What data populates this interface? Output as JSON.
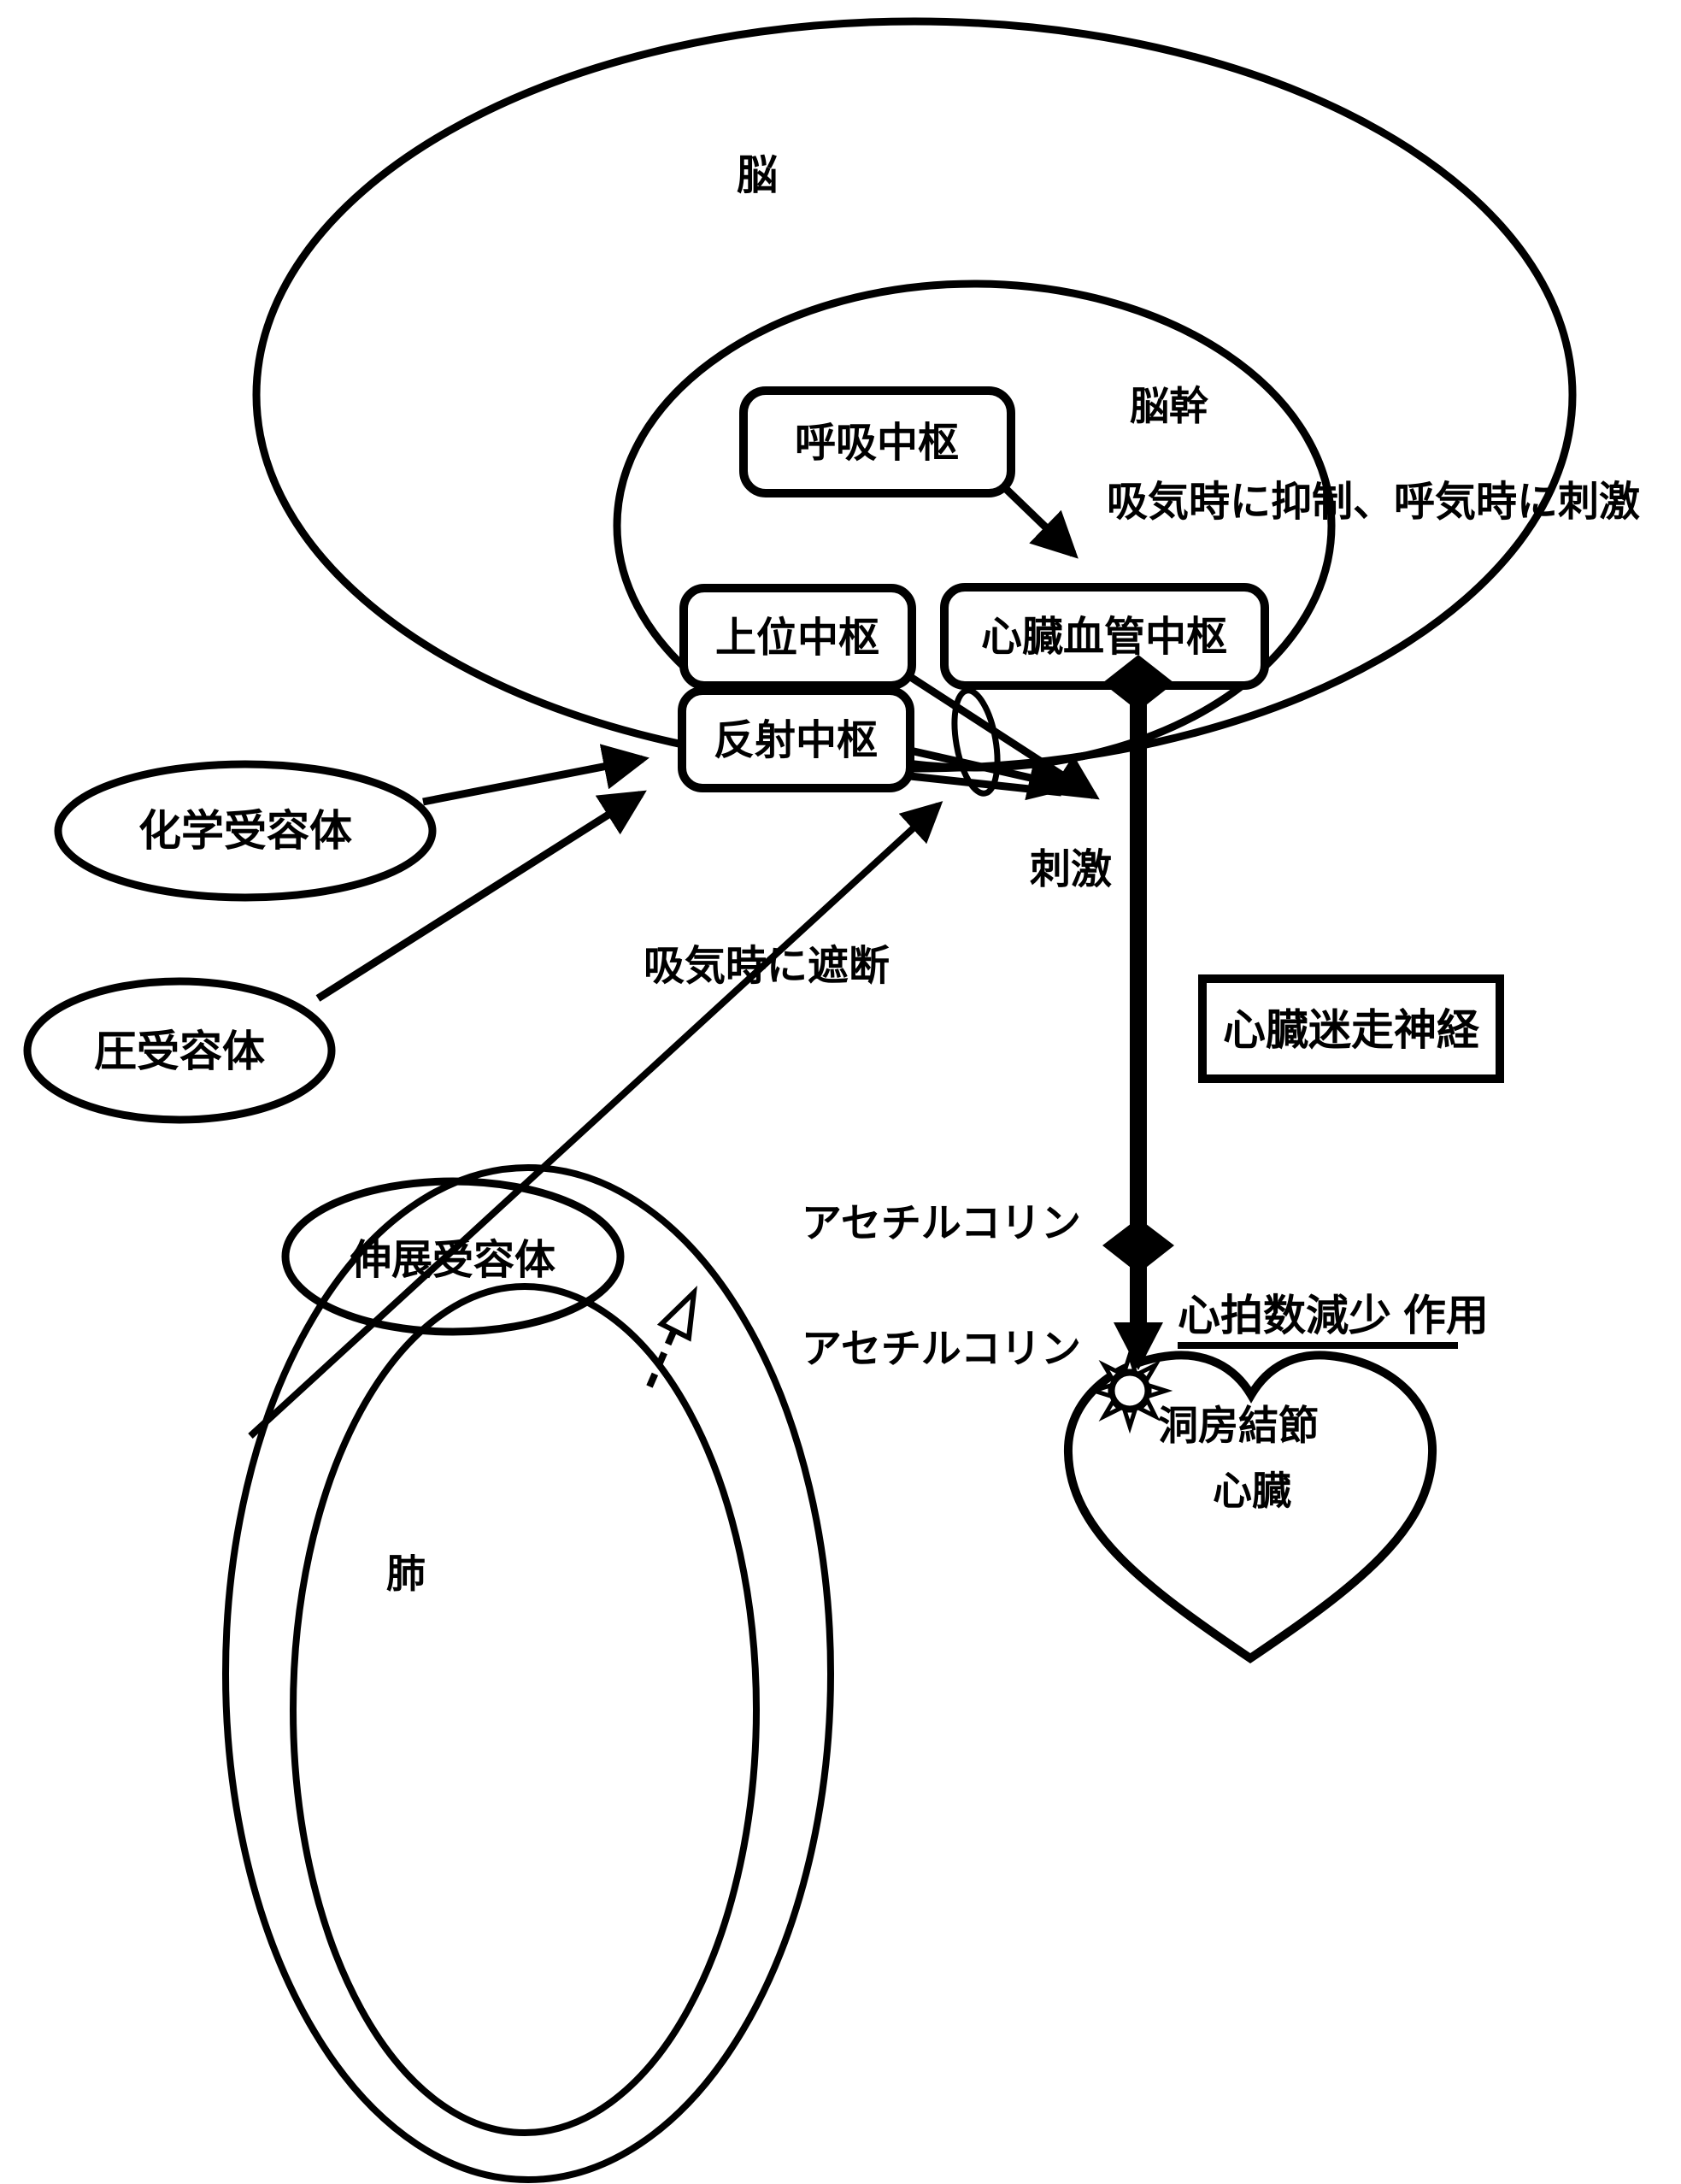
{
  "colors": {
    "ink": "#000000",
    "background": "#ffffff"
  },
  "labels": {
    "brain": "脳",
    "brainstem": "脳幹",
    "respiratory_center": "呼吸中枢",
    "resp_modulation_note": "吸気時に抑制、呼気時に刺激",
    "higher_center": "上位中枢",
    "cardiovascular_center": "心臓血管中枢",
    "reflex_center": "反射中枢",
    "chemoreceptor": "化学受容体",
    "baroreceptor": "圧受容体",
    "stimulation": "刺激",
    "inspiration_block_note": "吸気時に遮断",
    "cardiac_vagus_nerve": "心臓迷走神経",
    "acetylcholine_upper": "アセチルコリン",
    "acetylcholine_lower": "アセチルコリン",
    "heart_rate_decrease_note": "心拍数減少 作用",
    "sinoatrial_node": "洞房結節",
    "heart": "心臓",
    "stretch_receptor": "伸展受容体",
    "lung": "肺"
  }
}
